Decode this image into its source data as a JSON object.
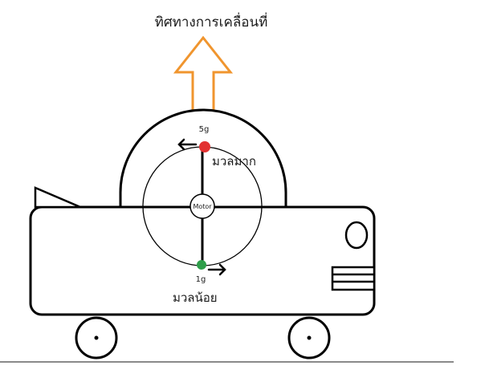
{
  "diagram": {
    "direction_label": "ทิศทางการเคลื่อนที่",
    "motor_label": "Motor",
    "heavy_mass": {
      "label": "มวลมาก",
      "value": "5g",
      "color": "#e23232"
    },
    "light_mass": {
      "label": "มวลน้อย",
      "value": "1g",
      "color": "#2e9e4a"
    },
    "arrow_color": "#f0952e",
    "ground_color": "#8a8a8a"
  }
}
